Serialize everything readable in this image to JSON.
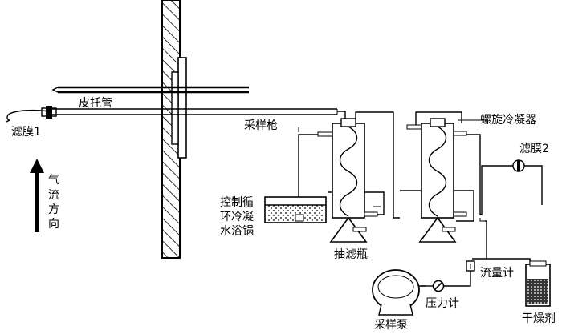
{
  "labels": {
    "pitot_tube": "皮托管",
    "filter_1": "滤膜1",
    "sampling_gun": "采样枪",
    "spiral_condenser": "螺旋冷凝器",
    "filter_2": "滤膜2",
    "airflow_char_1": "气",
    "airflow_char_2": "流",
    "airflow_char_3": "方",
    "airflow_char_4": "向",
    "bath_line_1": "控制循",
    "bath_line_2": "环冷凝",
    "bath_line_3": "水浴锅",
    "suction_flask": "抽滤瓶",
    "flowmeter": "流量计",
    "pressure_gauge": "压力计",
    "sampling_pump": "采样泵",
    "desiccant": "干燥剂"
  }
}
